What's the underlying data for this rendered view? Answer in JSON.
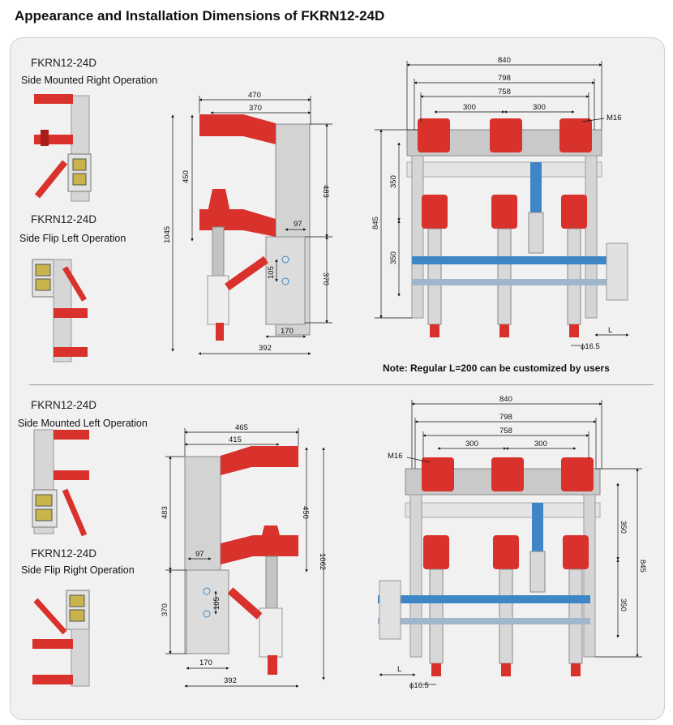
{
  "title": "Appearance and Installation Dimensions of FKRN12-24D",
  "colors": {
    "insulator_red": "#d9312b",
    "dark_red": "#a81e1a",
    "steel_gray": "#c9c9c9",
    "blue_rod": "#3e86c6",
    "text": "#111111"
  },
  "top": {
    "variant_a": {
      "model": "FKRN12-24D",
      "operation": "Side Mounted Right Operation"
    },
    "variant_b": {
      "model": "FKRN12-24D",
      "operation": "Side Flip Left Operation"
    },
    "side_dims": {
      "w470": "470",
      "w370": "370",
      "h450": "450",
      "h483": "483",
      "h1045": "1045",
      "w97": "97",
      "h105": "105",
      "h370": "370",
      "w170": "170",
      "w392": "392"
    },
    "front_dims": {
      "w840": "840",
      "w798": "798",
      "w758": "758",
      "w300a": "300",
      "w300b": "300",
      "bolt": "M16",
      "h350a": "350",
      "h845": "845",
      "h350b": "350",
      "L": "L",
      "dia": "ϕ16.5"
    },
    "note": "Note: Regular L=200 can be customized by users"
  },
  "bottom": {
    "variant_a": {
      "model": "FKRN12-24D",
      "operation": "Side Mounted Left Operation"
    },
    "variant_b": {
      "model": "FKRN12-24D",
      "operation": "Side Flip Right Operation"
    },
    "side_dims": {
      "w465": "465",
      "w415": "415",
      "h483": "483",
      "h450": "450",
      "h1062": "1062",
      "w97": "97",
      "h105": "105",
      "h370": "370",
      "w170": "170",
      "w392": "392"
    },
    "front_dims": {
      "w840": "840",
      "w798": "798",
      "w758": "758",
      "w300a": "300",
      "w300b": "300",
      "bolt": "M16",
      "h350a": "350",
      "h845": "845",
      "h350b": "350",
      "L": "L",
      "dia": "ϕ16.5"
    }
  }
}
